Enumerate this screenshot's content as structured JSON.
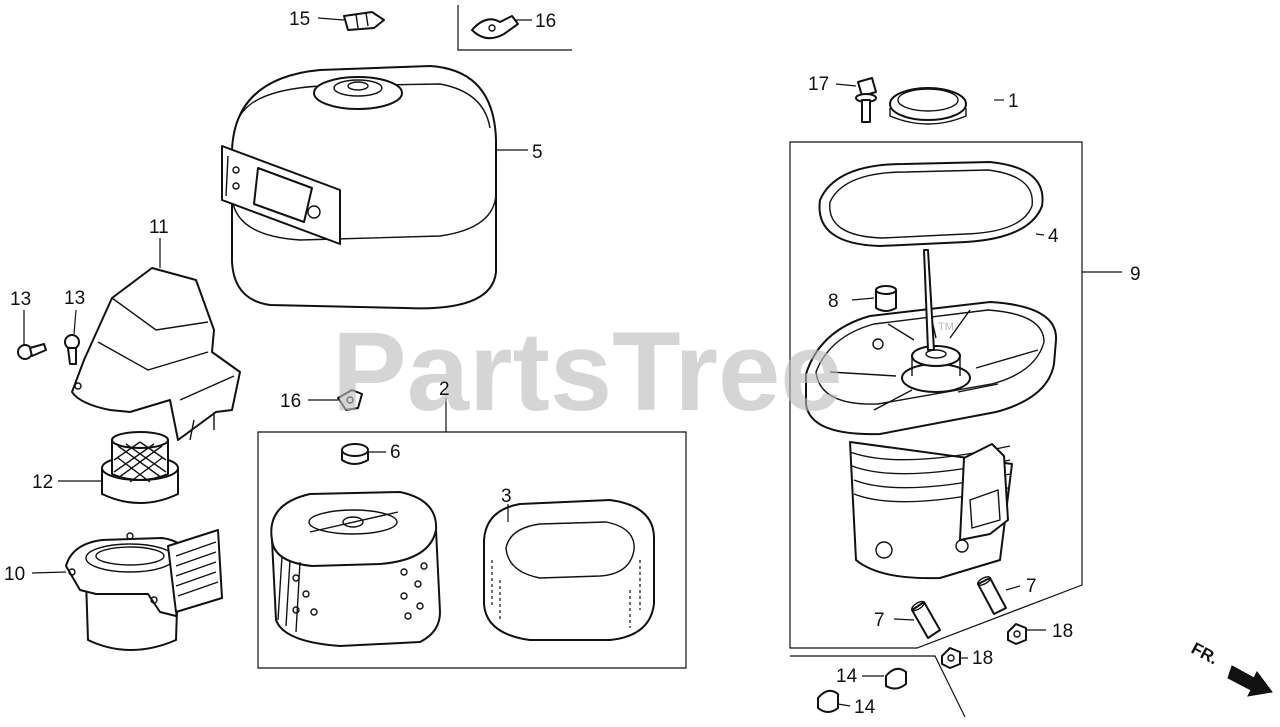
{
  "watermark": {
    "text": "PartsTree",
    "tm": "TM"
  },
  "direction_label": "FR.",
  "callouts": {
    "c1": "1",
    "c2": "2",
    "c3": "3",
    "c4": "4",
    "c5": "5",
    "c6": "6",
    "c7a": "7",
    "c7b": "7",
    "c8": "8",
    "c9": "9",
    "c10": "10",
    "c11": "11",
    "c12": "12",
    "c13a": "13",
    "c13b": "13",
    "c14a": "14",
    "c14b": "14",
    "c15": "15",
    "c16a": "16",
    "c16b": "16",
    "c17": "17",
    "c18a": "18",
    "c18b": "18"
  }
}
